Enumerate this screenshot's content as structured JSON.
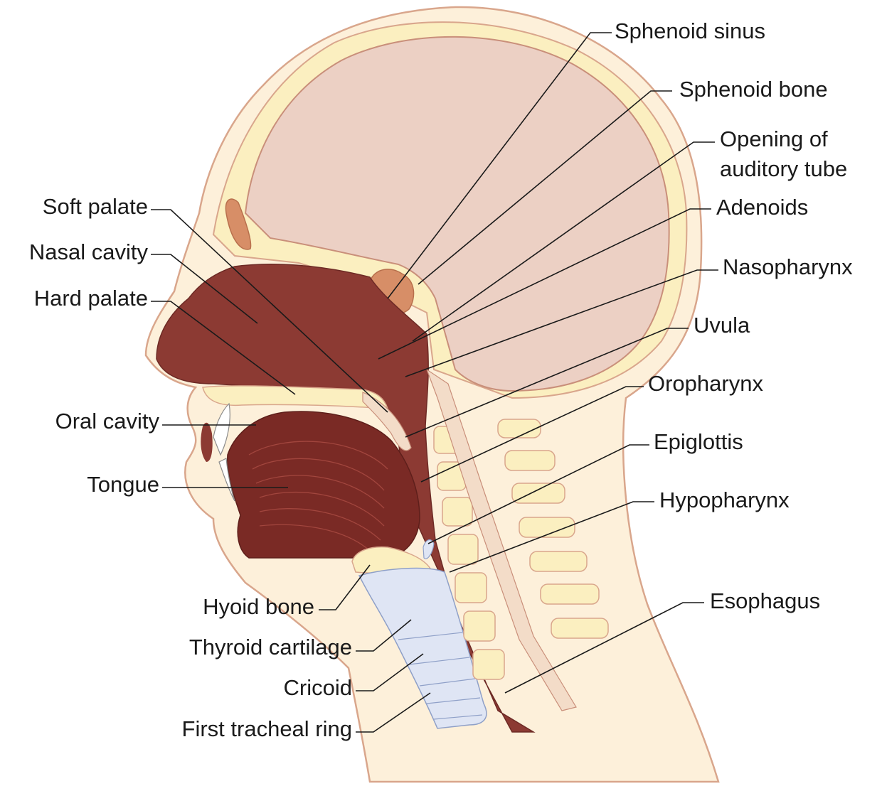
{
  "labels": {
    "sphenoid_sinus": "Sphenoid sinus",
    "sphenoid_bone": "Sphenoid bone",
    "opening_auditory_tube": "Opening of auditory tube",
    "adenoids": "Adenoids",
    "nasopharynx": "Nasopharynx",
    "uvula": "Uvula",
    "oropharynx": "Oropharynx",
    "epiglottis": "Epiglottis",
    "hypopharynx": "Hypopharynx",
    "esophagus": "Esophagus",
    "soft_palate": "Soft palate",
    "nasal_cavity": "Nasal cavity",
    "hard_palate": "Hard palate",
    "oral_cavity": "Oral cavity",
    "tongue": "Tongue",
    "hyoid_bone": "Hyoid bone",
    "thyroid_cartilage": "Thyroid cartilage",
    "cricoid": "Cricoid",
    "first_tracheal_ring": "First tracheal ring"
  },
  "colors": {
    "skin": "#fdf0da",
    "skin_outline": "#d9a68c",
    "bone": "#fbefc0",
    "brain": "#ecd0c4",
    "airway": "#8c3a33",
    "tongue": "#7a2a25",
    "sinus": "#d78e67",
    "cartilage": "#dfe5f4"
  }
}
